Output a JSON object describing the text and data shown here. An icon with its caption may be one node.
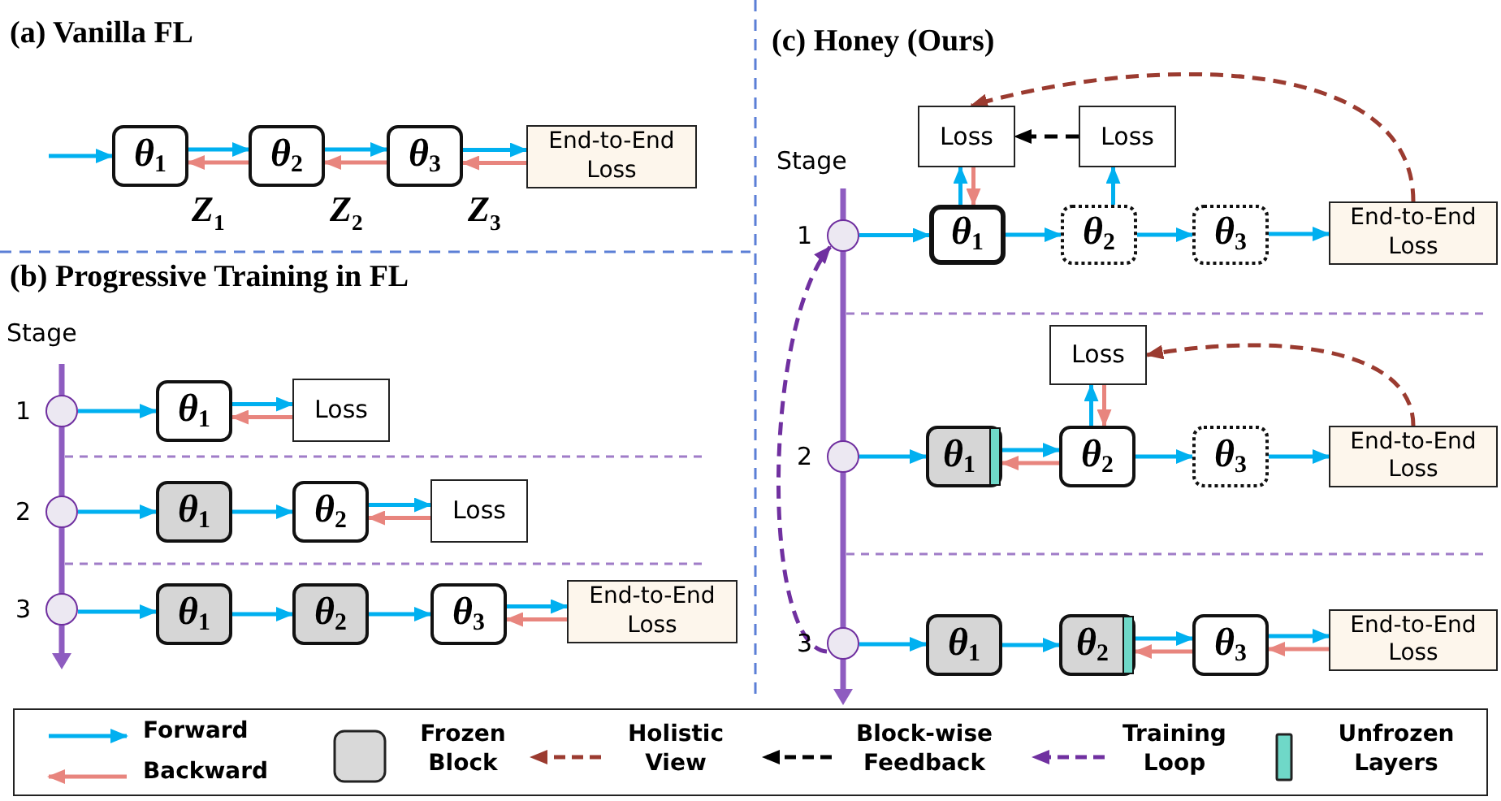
{
  "diagram": {
    "nodes": [
      {
        "text": [
          "θ$_{1}$"
        ]
      },
      {
        "text": [
          "θ$_{2}$"
        ]
      },
      {
        "text": [
          "θ$_{3}$"
        ]
      },
      {
        "text": [
          "End-to-End Loss"
        ]
      },
      {
        "text": [],
        "shape": "circle",
        "beside": [
          "1"
        ]
      },
      {
        "text": [
          "θ$_{1}$"
        ]
      },
      {
        "text": [
          "Loss"
        ]
      },
      {
        "text": [],
        "shape": "circle",
        "beside": [
          "2"
        ]
      },
      {
        "text": [
          "θ$_{1}$"
        ]
      },
      {
        "text": [
          "θ$_{2}$"
        ]
      },
      {
        "text": [
          "Loss"
        ]
      },
      {
        "text": [],
        "shape": "circle",
        "beside": [
          "3"
        ]
      },
      {
        "text": [
          "θ$_{1}$"
        ]
      },
      {
        "text": [
          "θ$_{2}$"
        ]
      },
      {
        "text": [
          "θ$_{3}$"
        ]
      },
      {
        "text": [
          "End-to-End Loss"
        ]
      },
      {
        "text": [
          "Loss"
        ]
      },
      {
        "text": [
          "Loss"
        ]
      },
      {
        "text": [],
        "shape": "circle",
        "beside": [
          "1"
        ]
      },
      {
        "text": [
          "θ$_{1}$"
        ]
      },
      {
        "text": [
          "θ$_{2}$"
        ]
      },
      {
        "text": [
          "θ$_{3}$"
        ]
      },
      {
        "text": [
          "End-to-End Loss"
        ]
      },
      {
        "text": [
          "Loss"
        ]
      },
      {
        "text": [],
        "shape": "circle",
        "beside": [
          "2"
        ]
      },
      {
        "text": [
          "θ$_{1}$"
        ]
      },
      {
        "text": [
          "θ$_{2}$"
        ]
      },
      {
        "text": [
          "θ$_{3}$"
        ]
      },
      {
        "text": [
          "End-to-End Loss"
        ]
      },
      {
        "text": [],
        "shape": "circle",
        "beside": [
          "3"
        ]
      },
      {
        "text": [
          "θ$_{1}$"
        ]
      },
      {
        "text": [
          "θ$_{2}$"
        ]
      },
      {
        "text": [
          "θ$_{3}$"
        ]
      },
      {
        "text": [
          "End-to-End Loss"
        ]
      }
    ],
    "edges": [
      {
        "from": null,
        "to": 0,
        "arrow": "to"
      },
      {
        "from": 0,
        "to": 1,
        "arrow": "to"
      },
      {
        "from": 1,
        "to": 0,
        "arrow": "to",
        "color": "#e8857e"
      },
      {
        "from": 1,
        "to": 2,
        "arrow": "to"
      },
      {
        "from": 2,
        "to": 1,
        "arrow": "to",
        "color": "#e8857e"
      },
      {
        "from": 2,
        "to": 3,
        "arrow": "to"
      },
      {
        "from": 3,
        "to": 2,
        "arrow": "to",
        "color": "#e8857e"
      },
      {
        "from": 4,
        "to": 5,
        "arrow": "to"
      },
      {
        "from": 5,
        "to": 6,
        "arrow": "to"
      },
      {
        "from": 6,
        "to": 5,
        "arrow": "to",
        "color": "#e8857e"
      },
      {
        "from": 7,
        "to": 8,
        "arrow": "to"
      },
      {
        "from": 8,
        "to": 9,
        "arrow": "to"
      },
      {
        "from": 9,
        "to": 10,
        "arrow": "to"
      },
      {
        "from": 10,
        "to": 9,
        "arrow": "to",
        "color": "#e8857e"
      },
      {
        "from": 11,
        "to": 12,
        "arrow": "to"
      },
      {
        "from": 12,
        "to": 13,
        "arrow": "to"
      },
      {
        "from": 13,
        "to": 14,
        "arrow": "to"
      },
      {
        "from": 14,
        "to": 15,
        "arrow": "to"
      },
      {
        "from": 15,
        "to": 14,
        "arrow": "to",
        "color": "#e8857e"
      },
      {
        "from": 18,
        "to": 19,
        "arrow": "to"
      },
      {
        "from": 19,
        "to": 20,
        "arrow": "to"
      },
      {
        "from": 20,
        "to": 21,
        "arrow": "to"
      },
      {
        "from": 21,
        "to": 22,
        "arrow": "to"
      },
      {
        "from": 19,
        "to": 16,
        "arrow": "to"
      },
      {
        "from": 16,
        "to": 19,
        "arrow": "to",
        "color": "#e8857e"
      },
      {
        "from": 20,
        "to": 17,
        "arrow": "to"
      },
      {
        "from": 17,
        "to": 16,
        "arrow": "to",
        "style": "dashed",
        "color": "#000000"
      },
      {
        "from": 22,
        "to": 16,
        "arrow": "to",
        "style": "dashed",
        "color": "#9b3b30"
      },
      {
        "from": 24,
        "to": 25,
        "arrow": "to"
      },
      {
        "from": 25,
        "to": 26,
        "arrow": "to"
      },
      {
        "from": 26,
        "to": 25,
        "arrow": "to",
        "color": "#e8857e"
      },
      {
        "from": 26,
        "to": 27,
        "arrow": "to"
      },
      {
        "from": 27,
        "to": 28,
        "arrow": "to"
      },
      {
        "from": 26,
        "to": 23,
        "arrow": "to"
      },
      {
        "from": 23,
        "to": 26,
        "arrow": "to",
        "color": "#e8857e"
      },
      {
        "from": 28,
        "to": 23,
        "arrow": "to",
        "style": "dashed",
        "color": "#9b3b30"
      },
      {
        "from": 29,
        "to": 30,
        "arrow": "to"
      },
      {
        "from": 30,
        "to": 31,
        "arrow": "to"
      },
      {
        "from": 31,
        "to": 32,
        "arrow": "to"
      },
      {
        "from": 32,
        "to": 31,
        "arrow": "to",
        "color": "#e8857e"
      },
      {
        "from": 32,
        "to": 33,
        "arrow": "to"
      },
      {
        "from": 33,
        "to": 32,
        "arrow": "to",
        "color": "#e8857e"
      },
      {
        "from": 29,
        "to": 18,
        "arrow": "to",
        "style": "dashed",
        "color": "#7030a0"
      }
    ],
    "labels": [
      "(a) Vanilla FL",
      "Z$_{1}$",
      "Z$_{2}$",
      "Z$_{3}$",
      "(b) Progressive Training in FL",
      "Stage",
      "(c) Honey (Ours)",
      "Stage"
    ],
    "legend": [
      {
        "text": "Forward"
      },
      {
        "text": "Backward"
      },
      {
        "text": "Frozen Block",
        "color": "#d9d9d9"
      },
      {
        "text": "Holistic View"
      },
      {
        "text": "Block-wise Feedback"
      },
      {
        "text": "Training Loop"
      },
      {
        "text": "Unfrozen Layers",
        "color": "#6fd8c8"
      }
    ]
  }
}
